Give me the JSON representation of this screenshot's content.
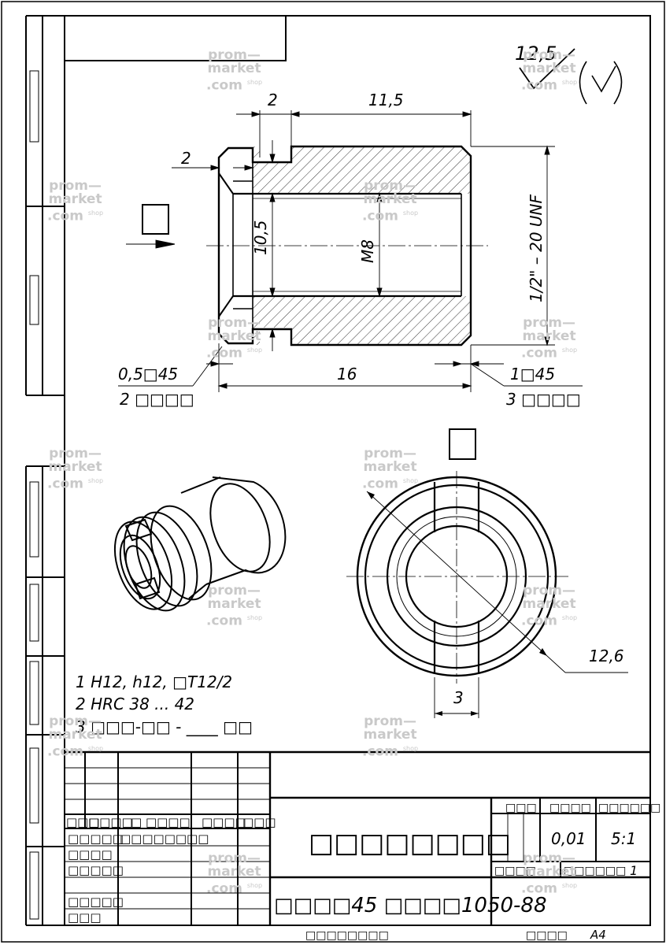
{
  "drawing": {
    "roughness_value": "12,5",
    "dims": {
      "groove_width": "2",
      "length_top": "11,5",
      "chamfer_2": "2",
      "inner_dia": "10,5",
      "thread_m8": "M8",
      "thread_unf": "1/2\" – 20 UNF",
      "chamfer_left": "0,5□45",
      "chamfer_left_note": "2 □□□□",
      "total_length": "16",
      "chamfer_right": "1□45",
      "chamfer_right_note": "3 □□□□",
      "slot_width": "3",
      "diameter": "12,6"
    },
    "notes": {
      "line1": "1 H12, h12, □T12/2",
      "line2": "2 HRC 38 ... 42",
      "line3": "3 □□□-□□ - ____ □□"
    }
  },
  "title_block": {
    "title": "□□□□□□□□",
    "material": "□□□□45 □□□□1050-88",
    "mass": "0,01",
    "scale": "5:1",
    "sheets": "1",
    "format": "A4",
    "copied": "□□□□□□□□",
    "col_lit": "□□□",
    "col_mass": "□□□□",
    "col_scale": "□□□□□□",
    "sheet_label": "□□□□",
    "sheets_label": "□□□□□□",
    "row_izm": "□□□",
    "row_list": "□□□□",
    "row_doc": "□ □□□□",
    "row_podp": "□□□□",
    "row_data": "□□□",
    "razrab": "□□□□□",
    "prov": "□□□□",
    "tkontr": "□□□□□",
    "nkontr": "□□□□□",
    "utv": "□□□"
  },
  "watermark": {
    "line1": "prom—",
    "line2": "market",
    "line3": ".com",
    "shop": "shop"
  }
}
